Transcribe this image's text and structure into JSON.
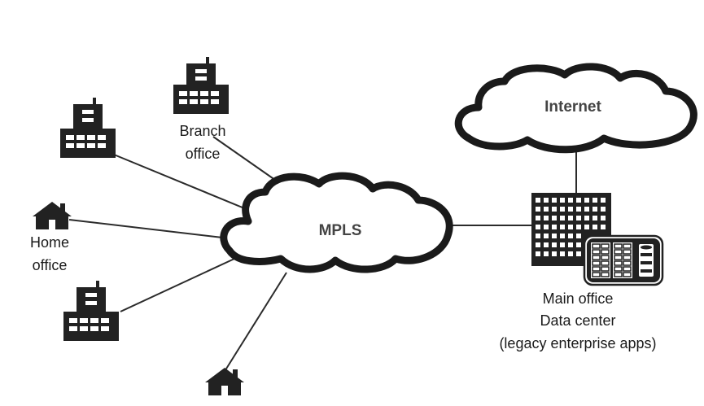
{
  "nodes": {
    "mpls": {
      "label": "MPLS"
    },
    "internet": {
      "label": "Internet"
    },
    "branch_office": {
      "label_line1": "Branch",
      "label_line2": "office"
    },
    "home_office": {
      "label_line1": "Home",
      "label_line2": "office"
    },
    "main_office": {
      "label_line1": "Main office",
      "label_line2": "Data center",
      "label_line3": "(legacy enterprise apps)"
    }
  },
  "icons": {
    "building": "office-building-icon",
    "house": "house-icon",
    "datacenter": "data-center-icon",
    "server_rack": "server-rack-icon",
    "database": "database-icon"
  },
  "colors": {
    "ink": "#222222",
    "cloud_stroke": "#1a1a1a",
    "cloud_label": "#444444"
  }
}
